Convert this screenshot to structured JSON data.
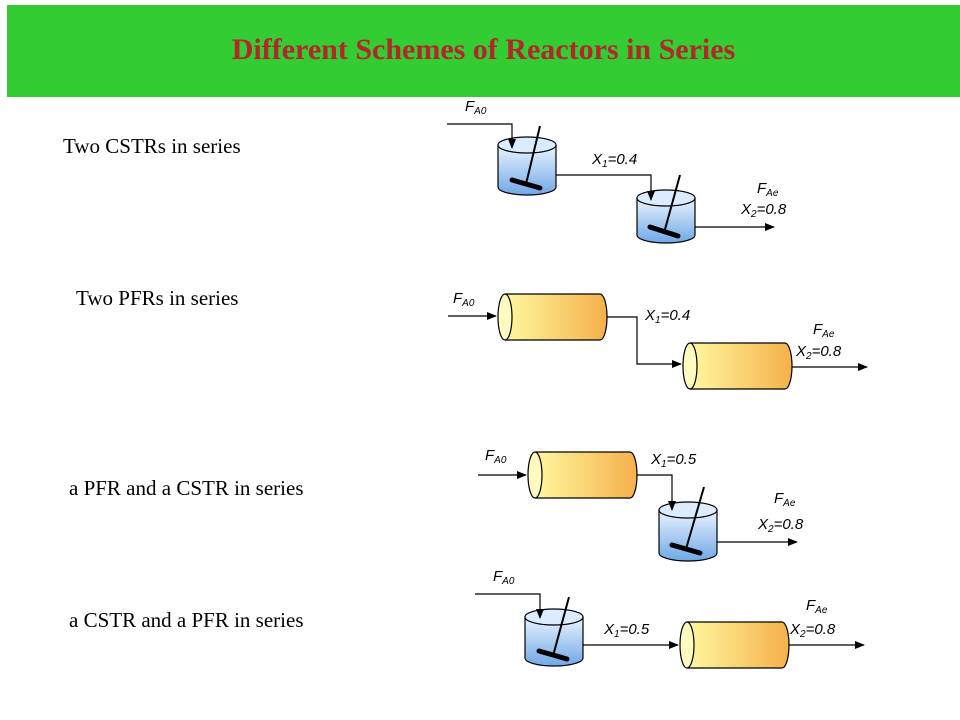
{
  "title": "Different Schemes of Reactors in Series",
  "colors": {
    "title_bar": "#33cc33",
    "title_text": "#b3262a",
    "cstr_fill_light": "#eaf4ff",
    "cstr_fill_dark": "#6fa8e6",
    "pfr_fill_light": "#fff8a0",
    "pfr_fill_dark": "#f5b04a"
  },
  "schemes": [
    {
      "label": "Two CSTRs in series",
      "inlet": {
        "base": "F",
        "sub": "A0"
      },
      "intermediate": {
        "base": "X",
        "sub": "1",
        "value": "=0.4"
      },
      "outlet_flow": {
        "base": "F",
        "sub": "Ae"
      },
      "outlet_conv": {
        "base": "X",
        "sub": "2",
        "value": "=0.8"
      }
    },
    {
      "label": "Two PFRs in series",
      "inlet": {
        "base": "F",
        "sub": "A0"
      },
      "intermediate": {
        "base": "X",
        "sub": "1",
        "value": "=0.4"
      },
      "outlet_flow": {
        "base": "F",
        "sub": "Ae"
      },
      "outlet_conv": {
        "base": "X",
        "sub": "2",
        "value": "=0.8"
      }
    },
    {
      "label": "a PFR and a CSTR in series",
      "inlet": {
        "base": "F",
        "sub": "A0"
      },
      "intermediate": {
        "base": "X",
        "sub": "1",
        "value": "=0.5"
      },
      "outlet_flow": {
        "base": "F",
        "sub": "Ae"
      },
      "outlet_conv": {
        "base": "X",
        "sub": "2",
        "value": "=0.8"
      }
    },
    {
      "label": "a CSTR and a PFR in series",
      "inlet": {
        "base": "F",
        "sub": "A0"
      },
      "intermediate": {
        "base": "X",
        "sub": "1",
        "value": "=0.5"
      },
      "outlet_flow": {
        "base": "F",
        "sub": "Ae"
      },
      "outlet_conv": {
        "base": "X",
        "sub": "2",
        "value": "=0.8"
      }
    }
  ]
}
